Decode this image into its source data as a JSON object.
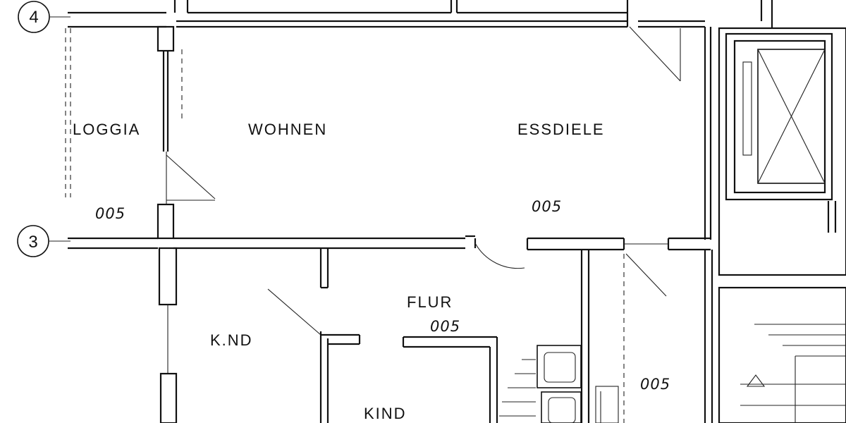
{
  "axes": {
    "axis_4": "4",
    "axis_3": "3"
  },
  "rooms": {
    "loggia": "LOGGIA",
    "wohnen": "WOHNEN",
    "essdiele": "ESSDIELE",
    "flur": "FLUR",
    "kind_left": "K.ND",
    "kind_bottom": "KIND"
  },
  "codes": {
    "loggia_code": "005",
    "essdiele_code": "005",
    "flur_code": "005",
    "right_code": "005"
  }
}
